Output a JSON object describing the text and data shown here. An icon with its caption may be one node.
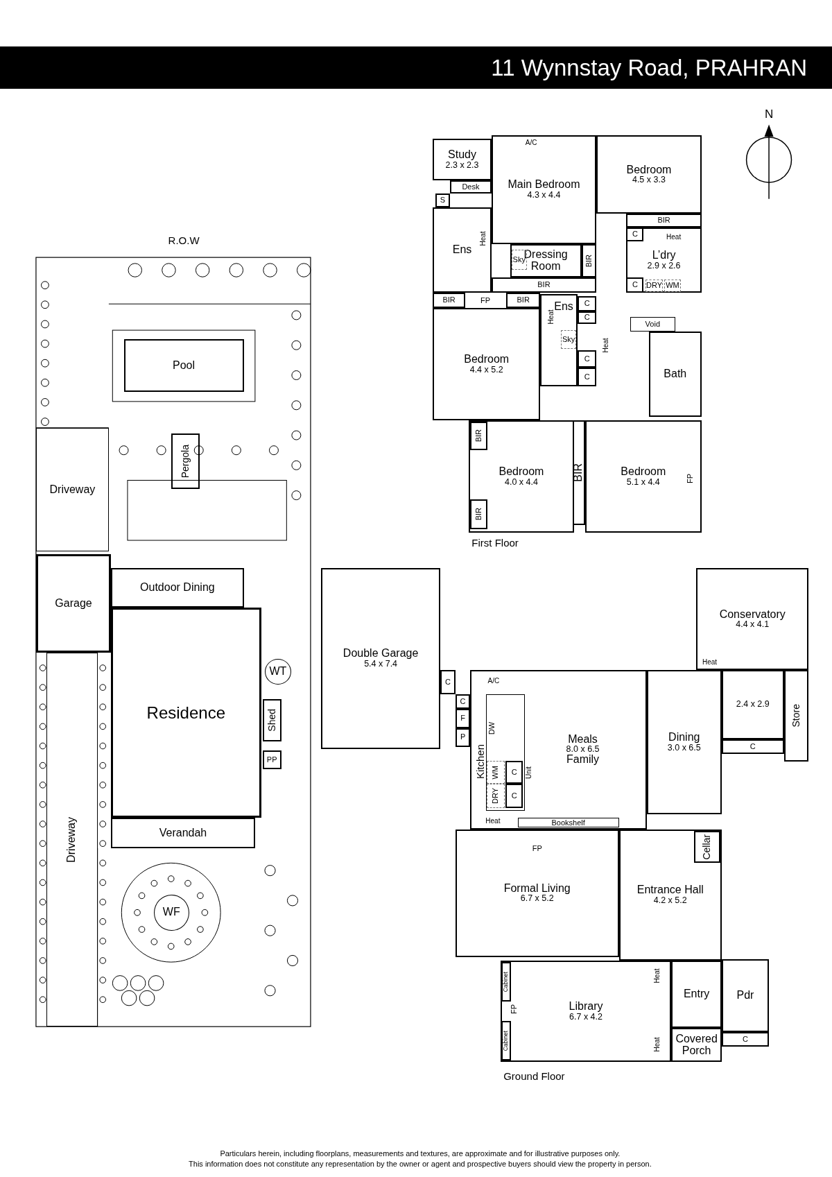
{
  "diagram": {
    "title": "11 Wynnstay Road, PRAHRAN",
    "nodes": [
      {
        "text": [
          "Pool"
        ]
      },
      {
        "text": [
          "Pergola"
        ]
      },
      {
        "text": [
          "Driveway"
        ]
      },
      {
        "text": [
          "Garage"
        ]
      },
      {
        "text": [
          "Outdoor Dining"
        ]
      },
      {
        "text": [
          "Residence"
        ]
      },
      {
        "text": [
          "WT"
        ]
      },
      {
        "text": [
          "Shed"
        ]
      },
      {
        "text": [
          "PP"
        ]
      },
      {
        "text": [
          "Verandah"
        ]
      },
      {
        "text": [
          "Driveway"
        ]
      },
      {
        "text": [
          "WF"
        ]
      },
      {
        "text": [
          "Study",
          "2.3 x 2.3"
        ]
      },
      {
        "text": [
          "Desk"
        ]
      },
      {
        "text": [
          "S"
        ]
      },
      {
        "text": [
          "Ens"
        ]
      },
      {
        "text": [
          "Main Bedroom",
          "4.3 x 4.4"
        ]
      },
      {
        "text": [
          "Dressing Room"
        ]
      },
      {
        "text": [
          "Sky"
        ],
        "in": 17
      },
      {
        "text": [
          "BIR"
        ]
      },
      {
        "text": [
          "Bedroom",
          "4.5 x 3.3"
        ]
      },
      {
        "text": [
          "BIR"
        ]
      },
      {
        "text": [
          "L’dry",
          "2.9 x 2.6"
        ]
      },
      {
        "text": [
          "C"
        ],
        "in": 22
      },
      {
        "text": [
          "C"
        ],
        "in": 22
      },
      {
        "text": [
          "DRY"
        ],
        "in": 22
      },
      {
        "text": [
          "WM"
        ],
        "in": 22
      },
      {
        "text": [
          "BIR"
        ]
      },
      {
        "text": [
          "BIR"
        ]
      },
      {
        "text": [
          "BIR"
        ]
      },
      {
        "text": [
          "Ens"
        ]
      },
      {
        "text": [
          "Sky"
        ],
        "in": 30
      },
      {
        "text": [
          "C"
        ]
      },
      {
        "text": [
          "C"
        ]
      },
      {
        "text": [
          "Void"
        ]
      },
      {
        "text": [
          "Bedroom",
          "4.4 x 5.2"
        ]
      },
      {
        "text": [
          "C"
        ]
      },
      {
        "text": [
          "C"
        ]
      },
      {
        "text": [
          "Bath"
        ]
      },
      {
        "text": [
          "Bedroom",
          "4.0 x 4.4"
        ]
      },
      {
        "text": [
          "BIR"
        ],
        "in": 39
      },
      {
        "text": [
          "BIR"
        ],
        "in": 39
      },
      {
        "text": [
          "BIR"
        ]
      },
      {
        "text": [
          "Bedroom",
          "5.1 x 4.4"
        ]
      },
      {
        "text": [
          "Double Garage",
          "5.4 x 7.4"
        ]
      },
      {
        "text": [
          "Conservatory",
          "4.4 x 4.1"
        ]
      },
      {
        "text": [
          "C"
        ]
      },
      {
        "text": [
          "C"
        ]
      },
      {
        "text": [
          "F"
        ]
      },
      {
        "text": [
          "P"
        ]
      },
      {
        "text": [
          "Meals",
          "8.0 x 6.5",
          "Family"
        ]
      },
      {
        "text": [],
        "shape": "box",
        "in": 50
      },
      {
        "text": [
          "DRY"
        ],
        "in": 51
      },
      {
        "text": [
          "WM"
        ],
        "in": 51
      },
      {
        "text": [
          "C"
        ],
        "in": 51
      },
      {
        "text": [
          "C"
        ],
        "in": 51
      },
      {
        "text": [
          "Dining",
          "3.0 x 6.5"
        ]
      },
      {
        "text": [
          "2.4 x 2.9"
        ]
      },
      {
        "text": [
          "Store"
        ]
      },
      {
        "text": [
          "C"
        ]
      },
      {
        "text": [
          "Bookshelf"
        ],
        "in": 50
      },
      {
        "text": [
          "Formal Living",
          "6.7 x 5.2"
        ]
      },
      {
        "text": [
          "Entrance Hall",
          "4.2 x 5.2"
        ]
      },
      {
        "text": [
          "Cellar"
        ],
        "in": 62
      },
      {
        "text": [
          "Library",
          "6.7 x 4.2"
        ]
      },
      {
        "text": [
          "Cabinet"
        ],
        "in": 64
      },
      {
        "text": [
          "Cabinet"
        ],
        "in": 64
      },
      {
        "text": [
          "Entry"
        ]
      },
      {
        "text": [
          "Pdr"
        ]
      },
      {
        "text": [
          "Covered Porch"
        ]
      },
      {
        "text": [
          "C"
        ]
      }
    ],
    "labels": [
      "R.O.W",
      "N",
      "A/C",
      "Heat",
      "Heat",
      "FP",
      "Heat",
      "Heat",
      "FP",
      "First Floor",
      "A/C",
      "Heat",
      "Kitchen",
      "DW",
      "Unit",
      "Heat",
      "FP",
      "Heat",
      "FP",
      "Heat",
      "Ground Floor",
      "Particulars herein, including floorplans, measurements and textures, are approximate and for illustrative purposes only.",
      "This information does not constitute any representation by the owner or agent and prospective buyers should view the property in person."
    ]
  }
}
